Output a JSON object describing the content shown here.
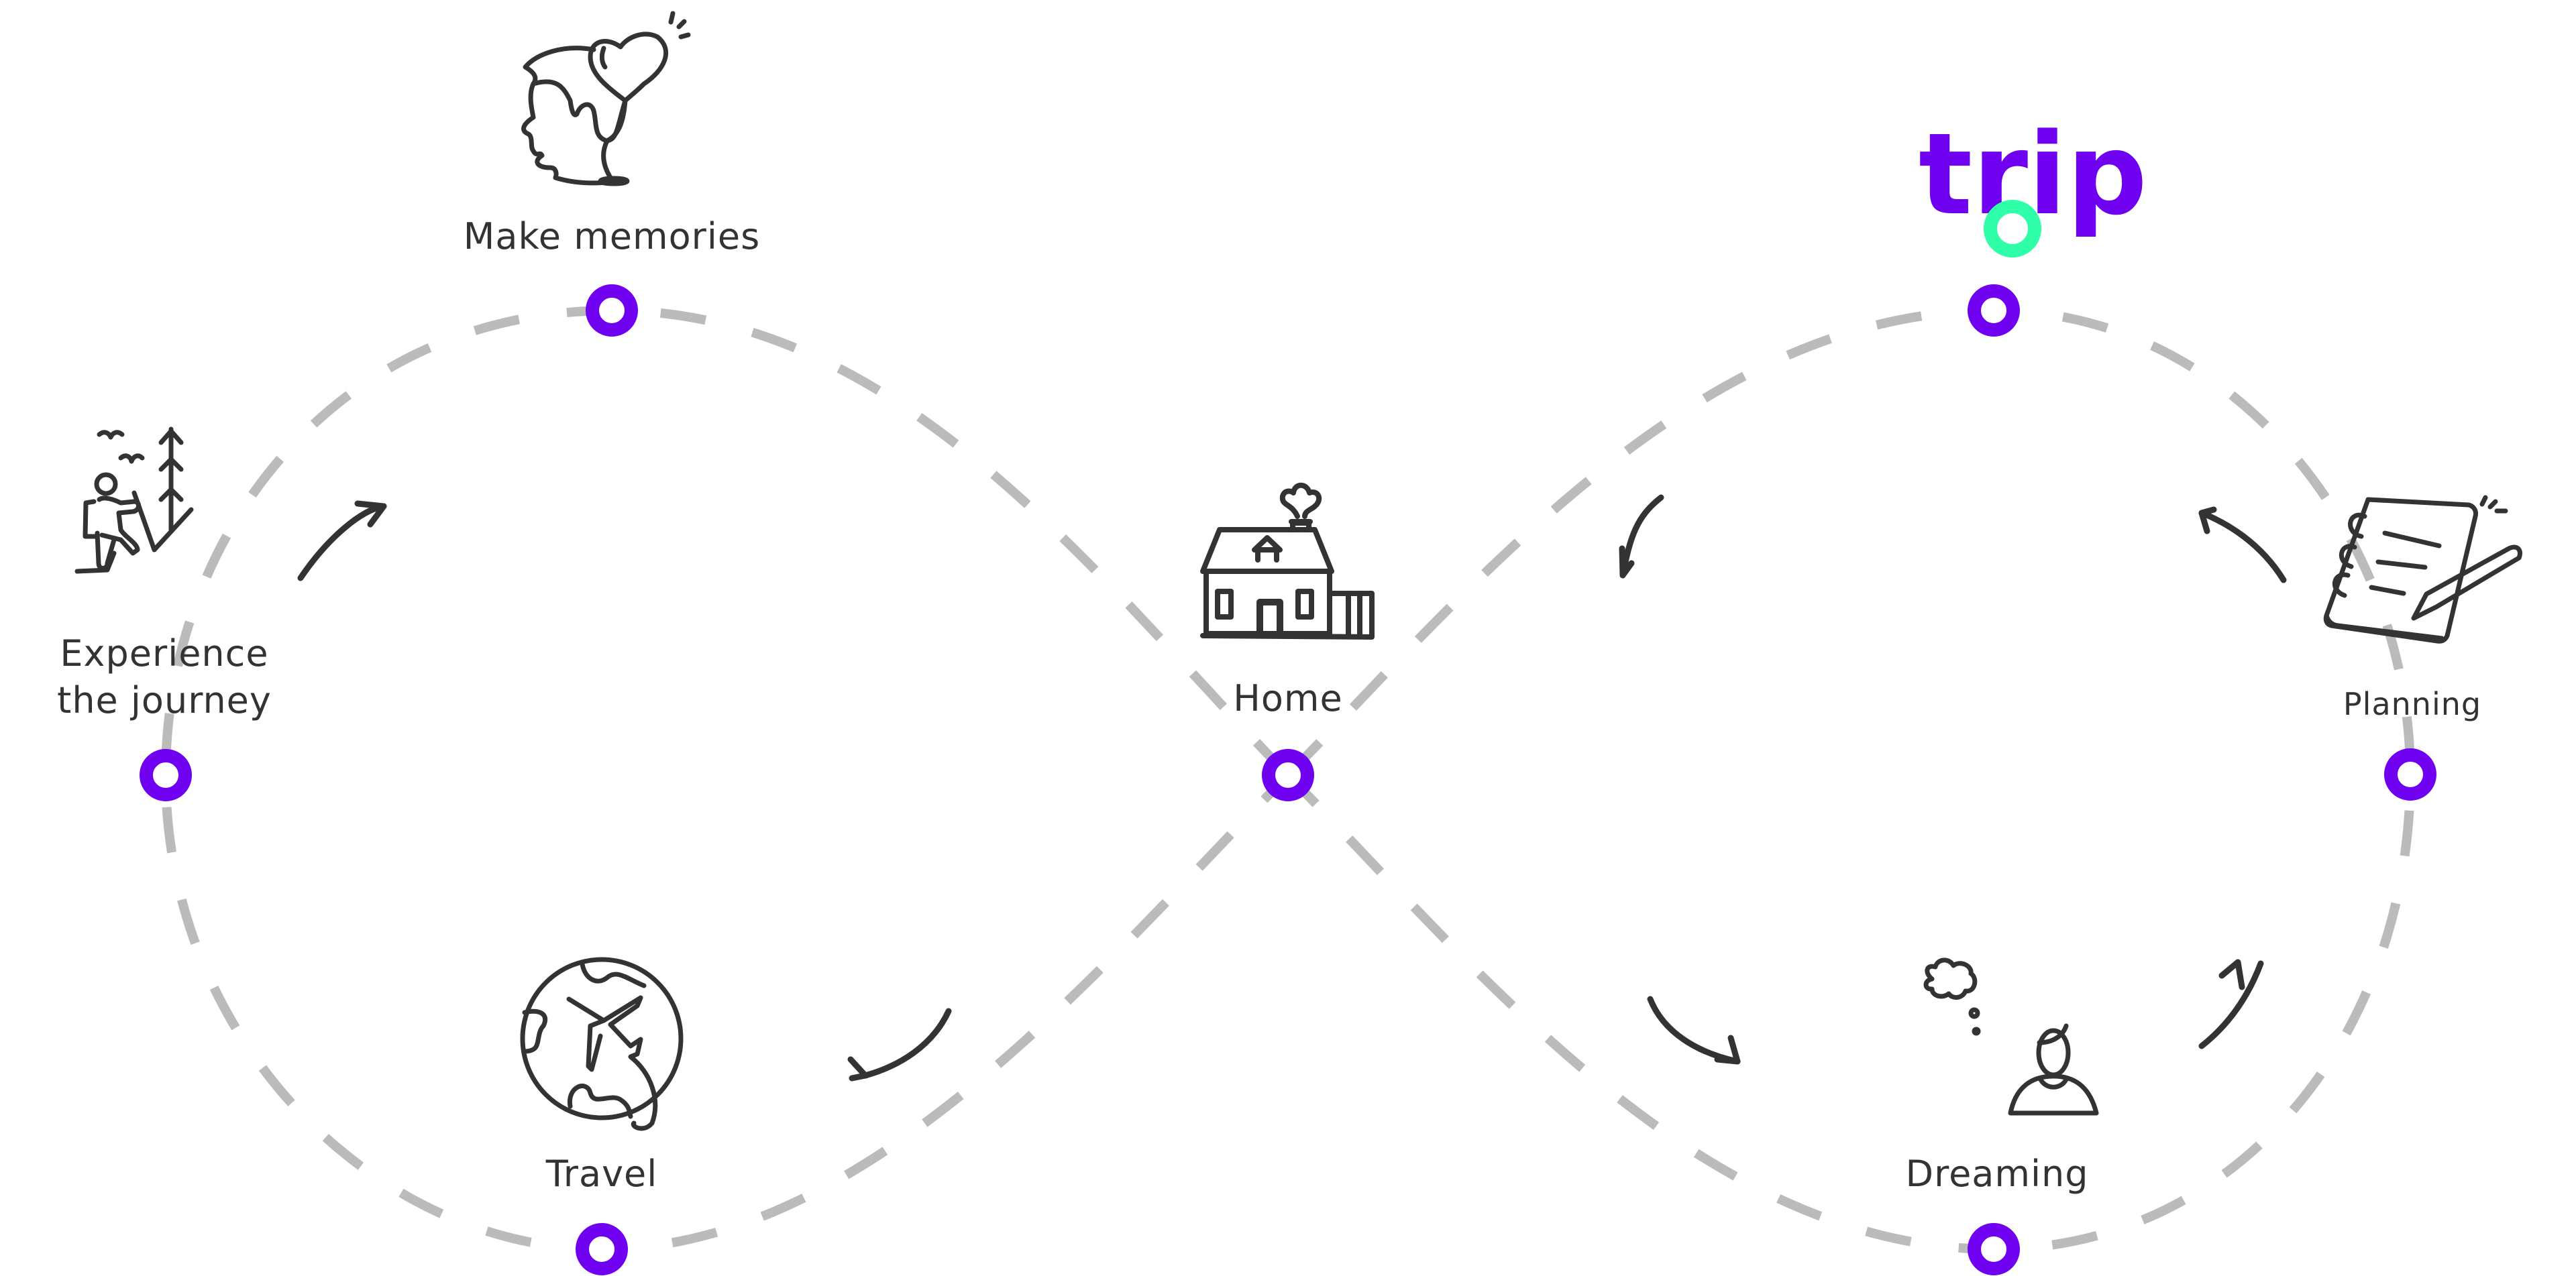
{
  "diagram": {
    "title": "Travel cycle infinity loop",
    "brand": {
      "name": "trip",
      "primary_color": "#7000F0",
      "accent_color": "#2EFFA8"
    },
    "path_color": "#BBBBBB",
    "node_color": "#7000F0",
    "icon_color": "#333333",
    "stages": [
      {
        "id": "make-memories",
        "label": "Make memories",
        "icon": "head-with-heart-icon"
      },
      {
        "id": "trip-logo",
        "label": "",
        "icon": "trip-logo"
      },
      {
        "id": "experience",
        "label": "Experience\nthe journey",
        "icon": "hiker-icon"
      },
      {
        "id": "home",
        "label": "Home",
        "icon": "house-icon"
      },
      {
        "id": "planning",
        "label": "Planning",
        "icon": "notebook-pencil-icon"
      },
      {
        "id": "travel",
        "label": "Travel",
        "icon": "globe-airplane-icon"
      },
      {
        "id": "dreaming",
        "label": "Dreaming",
        "icon": "thinking-person-icon"
      }
    ],
    "flow": [
      "Home",
      "Dreaming",
      "Planning",
      "trip",
      "Home",
      "Travel",
      "Experience the journey",
      "Make memories",
      "Home"
    ]
  }
}
